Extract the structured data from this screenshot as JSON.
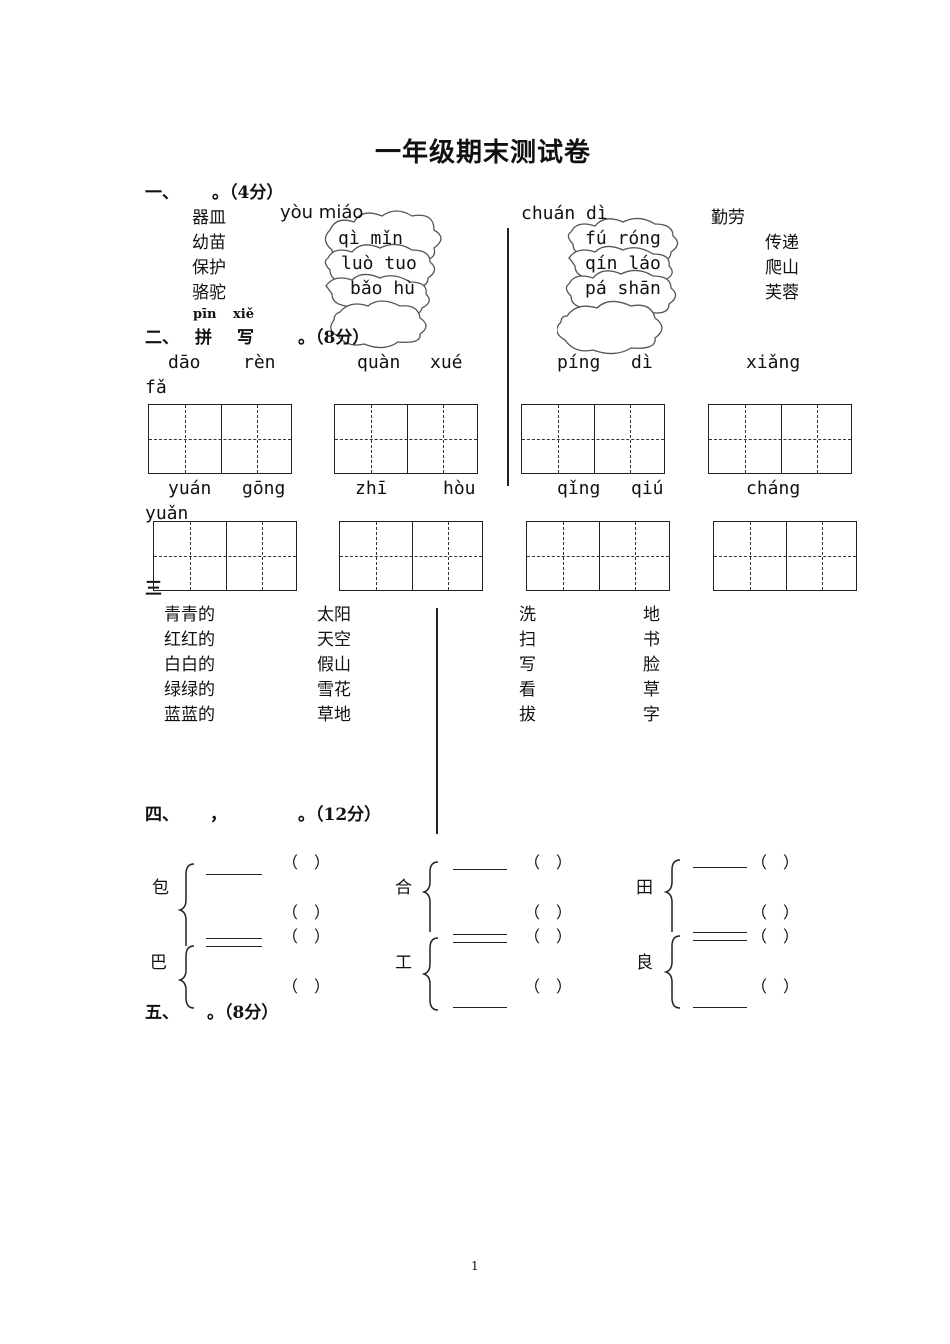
{
  "title": "一年级期末测试卷",
  "s1": {
    "label": "一、",
    "rest": "。（4分）",
    "left_words": [
      "器皿",
      "幼苗",
      "保护",
      "骆驼"
    ],
    "left_pinyin": [
      "yòu miáo",
      "qì mǐn",
      "luò tuo",
      "bǎo hù"
    ],
    "right_pinyin": [
      "chuán dì",
      "fú róng",
      "qín láo",
      "pá shān"
    ],
    "right_words": [
      "勤劳",
      "传递",
      "爬山",
      "芙蓉"
    ]
  },
  "s2": {
    "label": "二、",
    "pin": "拼",
    "xie": "写",
    "pin_py": "pīn",
    "xie_py": "xiě",
    "rest": "。（8分）",
    "row1": [
      "dāo",
      "rèn",
      "quàn",
      "xué",
      "píng",
      "dì",
      "xiǎng",
      "fǎ"
    ],
    "row2": [
      "yuán",
      "gōng",
      "zhī",
      "hòu",
      "qǐng",
      "qiú",
      "cháng",
      "yuǎn"
    ]
  },
  "s3": {
    "label": "三",
    "col1": [
      "青青的",
      "红红的",
      "白白的",
      "绿绿的",
      "蓝蓝的"
    ],
    "col2": [
      "太阳",
      "天空",
      "假山",
      "雪花",
      "草地"
    ],
    "col3": [
      "洗",
      "扫",
      "写",
      "看",
      "拔"
    ],
    "col4": [
      "地",
      "书",
      "脸",
      "草",
      "字"
    ]
  },
  "s4": {
    "label": "四、",
    "comma": "，",
    "rest": "。（12分）",
    "chars": [
      "包",
      "巴",
      "合",
      "工",
      "田",
      "良"
    ],
    "paren": "（　）"
  },
  "s5": {
    "label": "五、",
    "rest": "。（8分）"
  },
  "page_number": "1"
}
